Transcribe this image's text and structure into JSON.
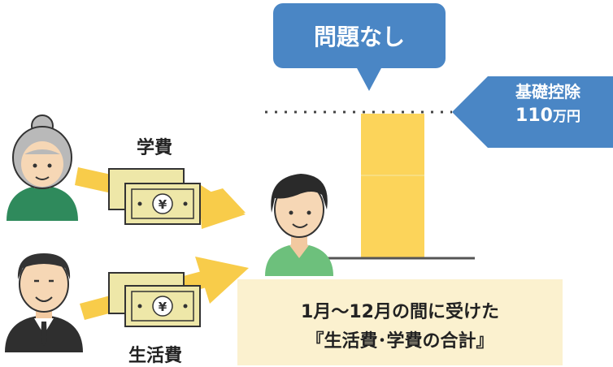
{
  "bubble": {
    "text": "問題なし"
  },
  "deduction": {
    "line1": "基礎控除",
    "amount": "110",
    "unit": "万円"
  },
  "labels": {
    "tuition": "学費",
    "living": "生活費"
  },
  "caption": {
    "line1": "1月～12月の間に受けた",
    "line2": "『生活費･学費の合計』"
  },
  "money_symbol": "¥",
  "colors": {
    "bubble": "#4a86c5",
    "bar": "#fcd45a",
    "arrow": "#f8cc4a",
    "money": "#eee7a8",
    "caption_bg": "#fbf1cf",
    "person_green": "#2f8a5c",
    "student_shirt": "#6dc07c"
  },
  "icons": [
    "grandmother-icon",
    "grandfather-icon",
    "student-icon",
    "money-icon",
    "arrow-icon",
    "dotted-limit-line"
  ]
}
